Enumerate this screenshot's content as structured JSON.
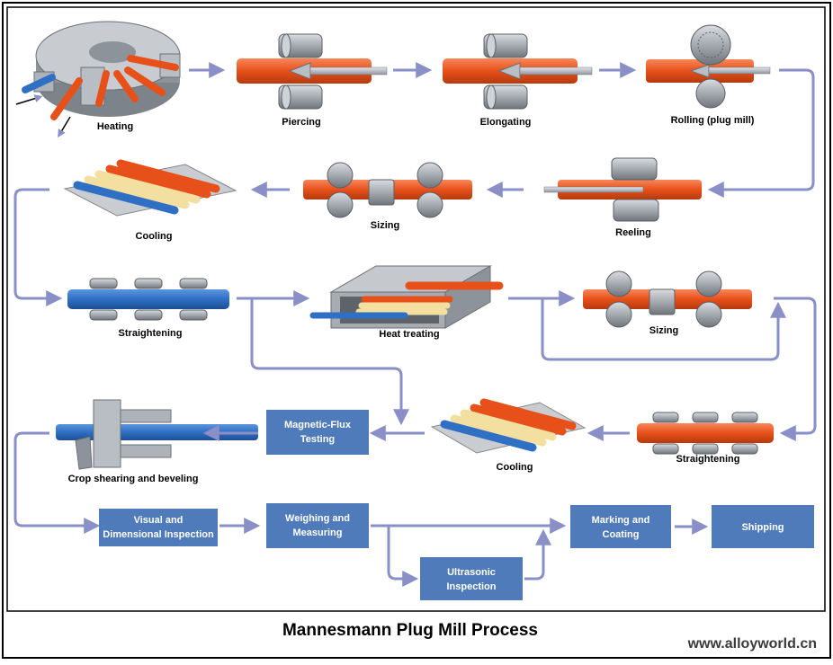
{
  "diagram": {
    "title": "Mannesmann Plug Mill Process",
    "watermark": "www.alloyworld.cn",
    "colors": {
      "arrow": "#8a8fc7",
      "box": "#4f7bbb",
      "hot_pipe": "#e8501a",
      "blue_pipe": "#2f6fc4",
      "yellow_pipe": "#f3e0a0",
      "roll": "#a9adb3"
    },
    "stages": {
      "heating": "Heating",
      "piercing": "Piercing",
      "elongating": "Elongating",
      "rolling": "Rolling (plug mill)",
      "reeling": "Reeling",
      "sizing1": "Sizing",
      "cooling1": "Cooling",
      "straightening1": "Straightening",
      "heat_treating": "Heat treating",
      "sizing2": "Sizing",
      "straightening2": "Straightening",
      "cooling2": "Cooling",
      "crop": "Crop shearing and beveling"
    },
    "boxes": {
      "magnetic": [
        "Magnetic-Flux",
        "Testing"
      ],
      "visual": [
        "Visual and",
        "Dimensional Inspection"
      ],
      "weighing": [
        "Weighing and",
        "Measuring"
      ],
      "ultrasonic": [
        "Ultrasonic",
        "Inspection"
      ],
      "marking": [
        "Marking and",
        "Coating"
      ],
      "shipping": [
        "Shipping"
      ]
    }
  }
}
